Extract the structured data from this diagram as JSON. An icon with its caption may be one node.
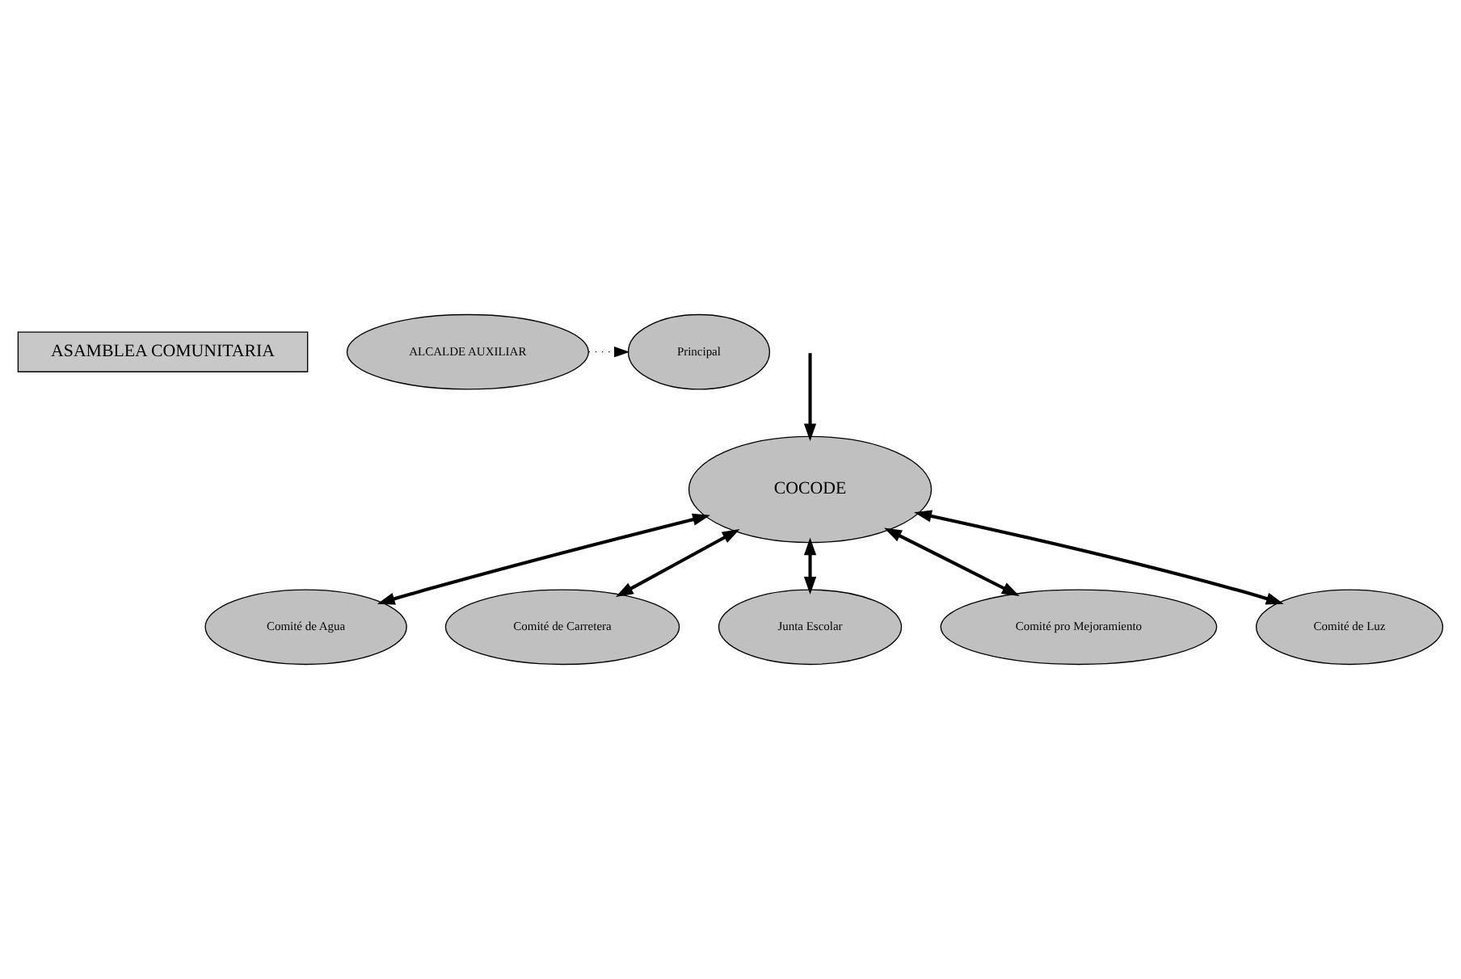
{
  "diagram": {
    "nodes": [
      {
        "text": [
          "ASAMBLEA COMUNITARIA"
        ]
      },
      {
        "text": [
          "ALCALDE AUXILIAR"
        ]
      },
      {
        "text": [
          "Principal"
        ]
      },
      {
        "text": [
          "COCODE"
        ]
      },
      {
        "text": [
          "Comité de Agua"
        ]
      },
      {
        "text": [
          "Comité de Carretera"
        ]
      },
      {
        "text": [
          "Junta Escolar"
        ]
      },
      {
        "text": [
          "Comité pro Mejoramiento"
        ]
      },
      {
        "text": [
          "Comité de Luz"
        ]
      }
    ],
    "edges": [
      {
        "from": 1,
        "to": 2,
        "arrow": "to",
        "style": "dashed"
      },
      {
        "from": null,
        "to": 3,
        "arrow": "to"
      },
      {
        "from": 3,
        "to": 4,
        "arrow": "both"
      },
      {
        "from": 3,
        "to": 5,
        "arrow": "both"
      },
      {
        "from": 3,
        "to": 6,
        "arrow": "both"
      },
      {
        "from": 3,
        "to": 7,
        "arrow": "both"
      },
      {
        "from": 3,
        "to": 8,
        "arrow": "both"
      }
    ]
  }
}
